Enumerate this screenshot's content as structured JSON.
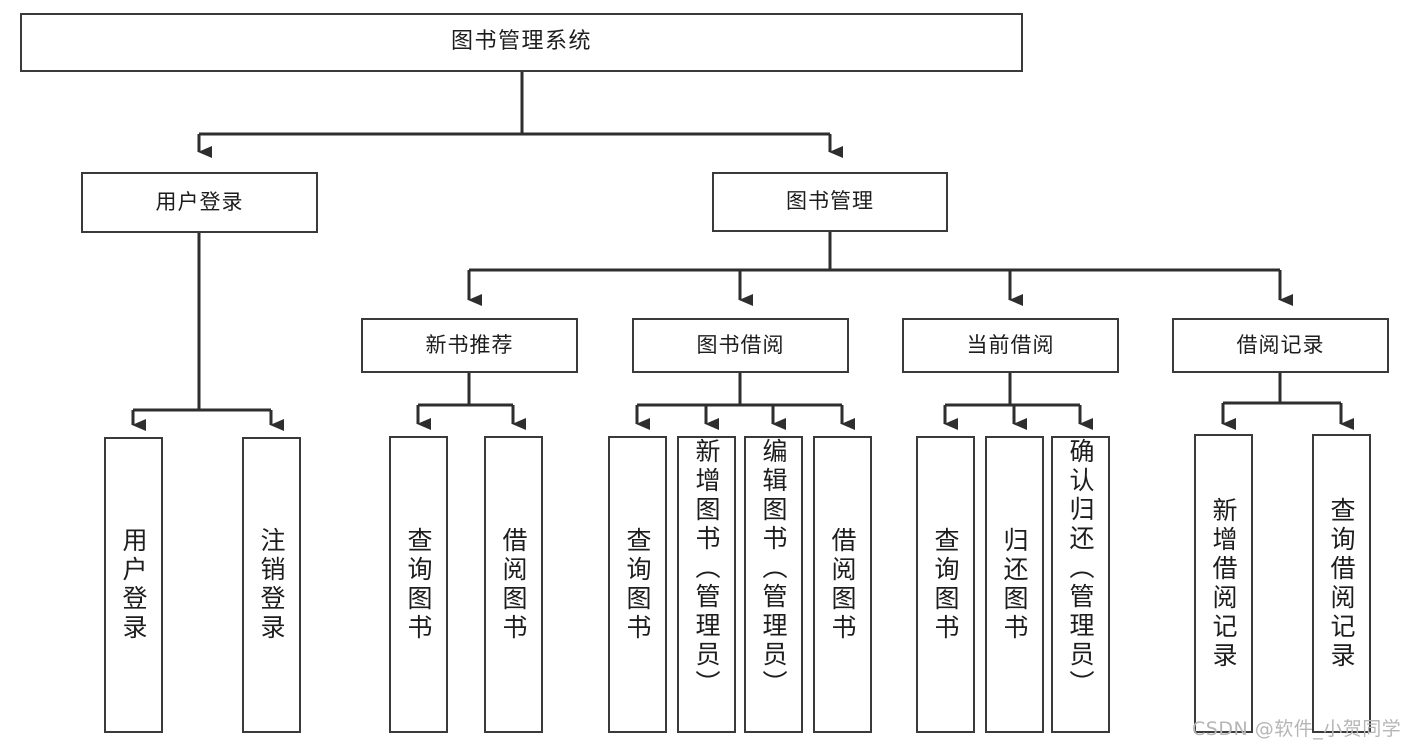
{
  "diagram": {
    "title": "图书管理系统",
    "type": "tree-hierarchy",
    "colors": {
      "box_border": "#3a3a3a",
      "box_fill": "#ffffff",
      "connector": "#2e2e2e",
      "text": "#1d1d1d",
      "watermark": "#b6b6b6"
    },
    "root": {
      "label": "图书管理系统"
    },
    "level2": [
      {
        "id": "user-login",
        "label": "用户登录"
      },
      {
        "id": "book-management",
        "label": "图书管理"
      }
    ],
    "level3": [
      {
        "id": "new-book-recommend",
        "label": "新书推荐"
      },
      {
        "id": "book-borrow",
        "label": "图书借阅"
      },
      {
        "id": "current-borrow",
        "label": "当前借阅"
      },
      {
        "id": "borrow-record",
        "label": "借阅记录"
      }
    ],
    "leaves": {
      "user-login": [
        {
          "id": "leaf-user-login",
          "label": "用户登录"
        },
        {
          "id": "leaf-user-logout",
          "label": "注销登录"
        }
      ],
      "new-book-recommend": [
        {
          "id": "leaf-query-book-1",
          "label": "查询图书"
        },
        {
          "id": "leaf-borrow-book-1",
          "label": "借阅图书"
        }
      ],
      "book-borrow": [
        {
          "id": "leaf-query-book-2",
          "label": "查询图书"
        },
        {
          "id": "leaf-add-book-admin",
          "label": "新增图书（管理员）"
        },
        {
          "id": "leaf-edit-book-admin",
          "label": "编辑图书（管理员）"
        },
        {
          "id": "leaf-borrow-book-2",
          "label": "借阅图书"
        }
      ],
      "current-borrow": [
        {
          "id": "leaf-query-book-3",
          "label": "查询图书"
        },
        {
          "id": "leaf-return-book",
          "label": "归还图书"
        },
        {
          "id": "leaf-confirm-return-admin",
          "label": "确认归还（管理员）"
        }
      ],
      "borrow-record": [
        {
          "id": "leaf-add-borrow-record",
          "label": "新增借阅记录"
        },
        {
          "id": "leaf-query-borrow-record",
          "label": "查询借阅记录"
        }
      ]
    },
    "watermark": "CSDN @软件_小贺同学"
  }
}
